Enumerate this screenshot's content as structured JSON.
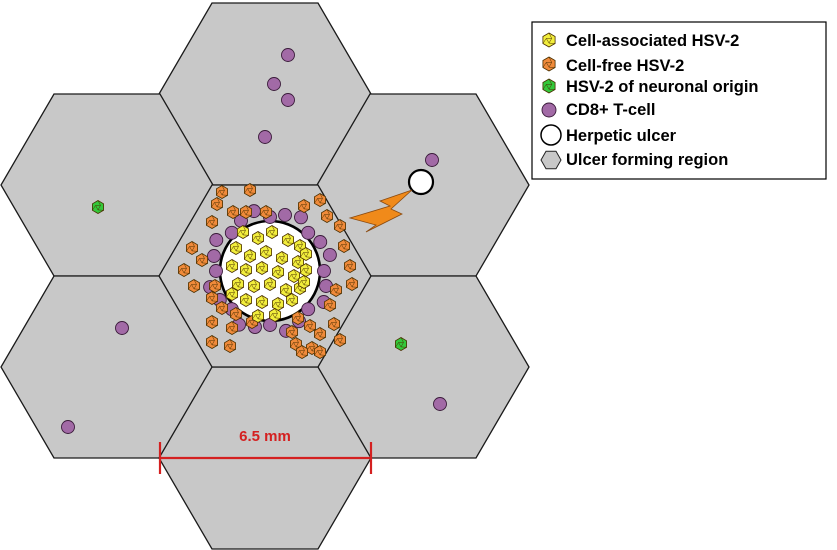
{
  "legend": {
    "items": [
      {
        "key": "cell_associated",
        "label": "Cell-associated HSV-2"
      },
      {
        "key": "cell_free",
        "label": "Cell-free HSV-2"
      },
      {
        "key": "neuronal",
        "label": "HSV-2 of neuronal origin"
      },
      {
        "key": "tcell",
        "label": "CD8+ T-cell"
      },
      {
        "key": "ulcer",
        "label": "Herpetic ulcer"
      },
      {
        "key": "region",
        "label": "Ulcer forming region"
      }
    ]
  },
  "scale_bar": {
    "label": "6.5 mm"
  },
  "colors": {
    "region_fill": "#c8c8c8",
    "cell_associated": "#f2ee3c",
    "cell_free": "#f08a3a",
    "neuronal": "#33c83a",
    "tcell": "#a26aa6",
    "ulcer_fill": "#ffffff",
    "scale_bar": "#d42020",
    "spark": "#f08a1a"
  }
}
